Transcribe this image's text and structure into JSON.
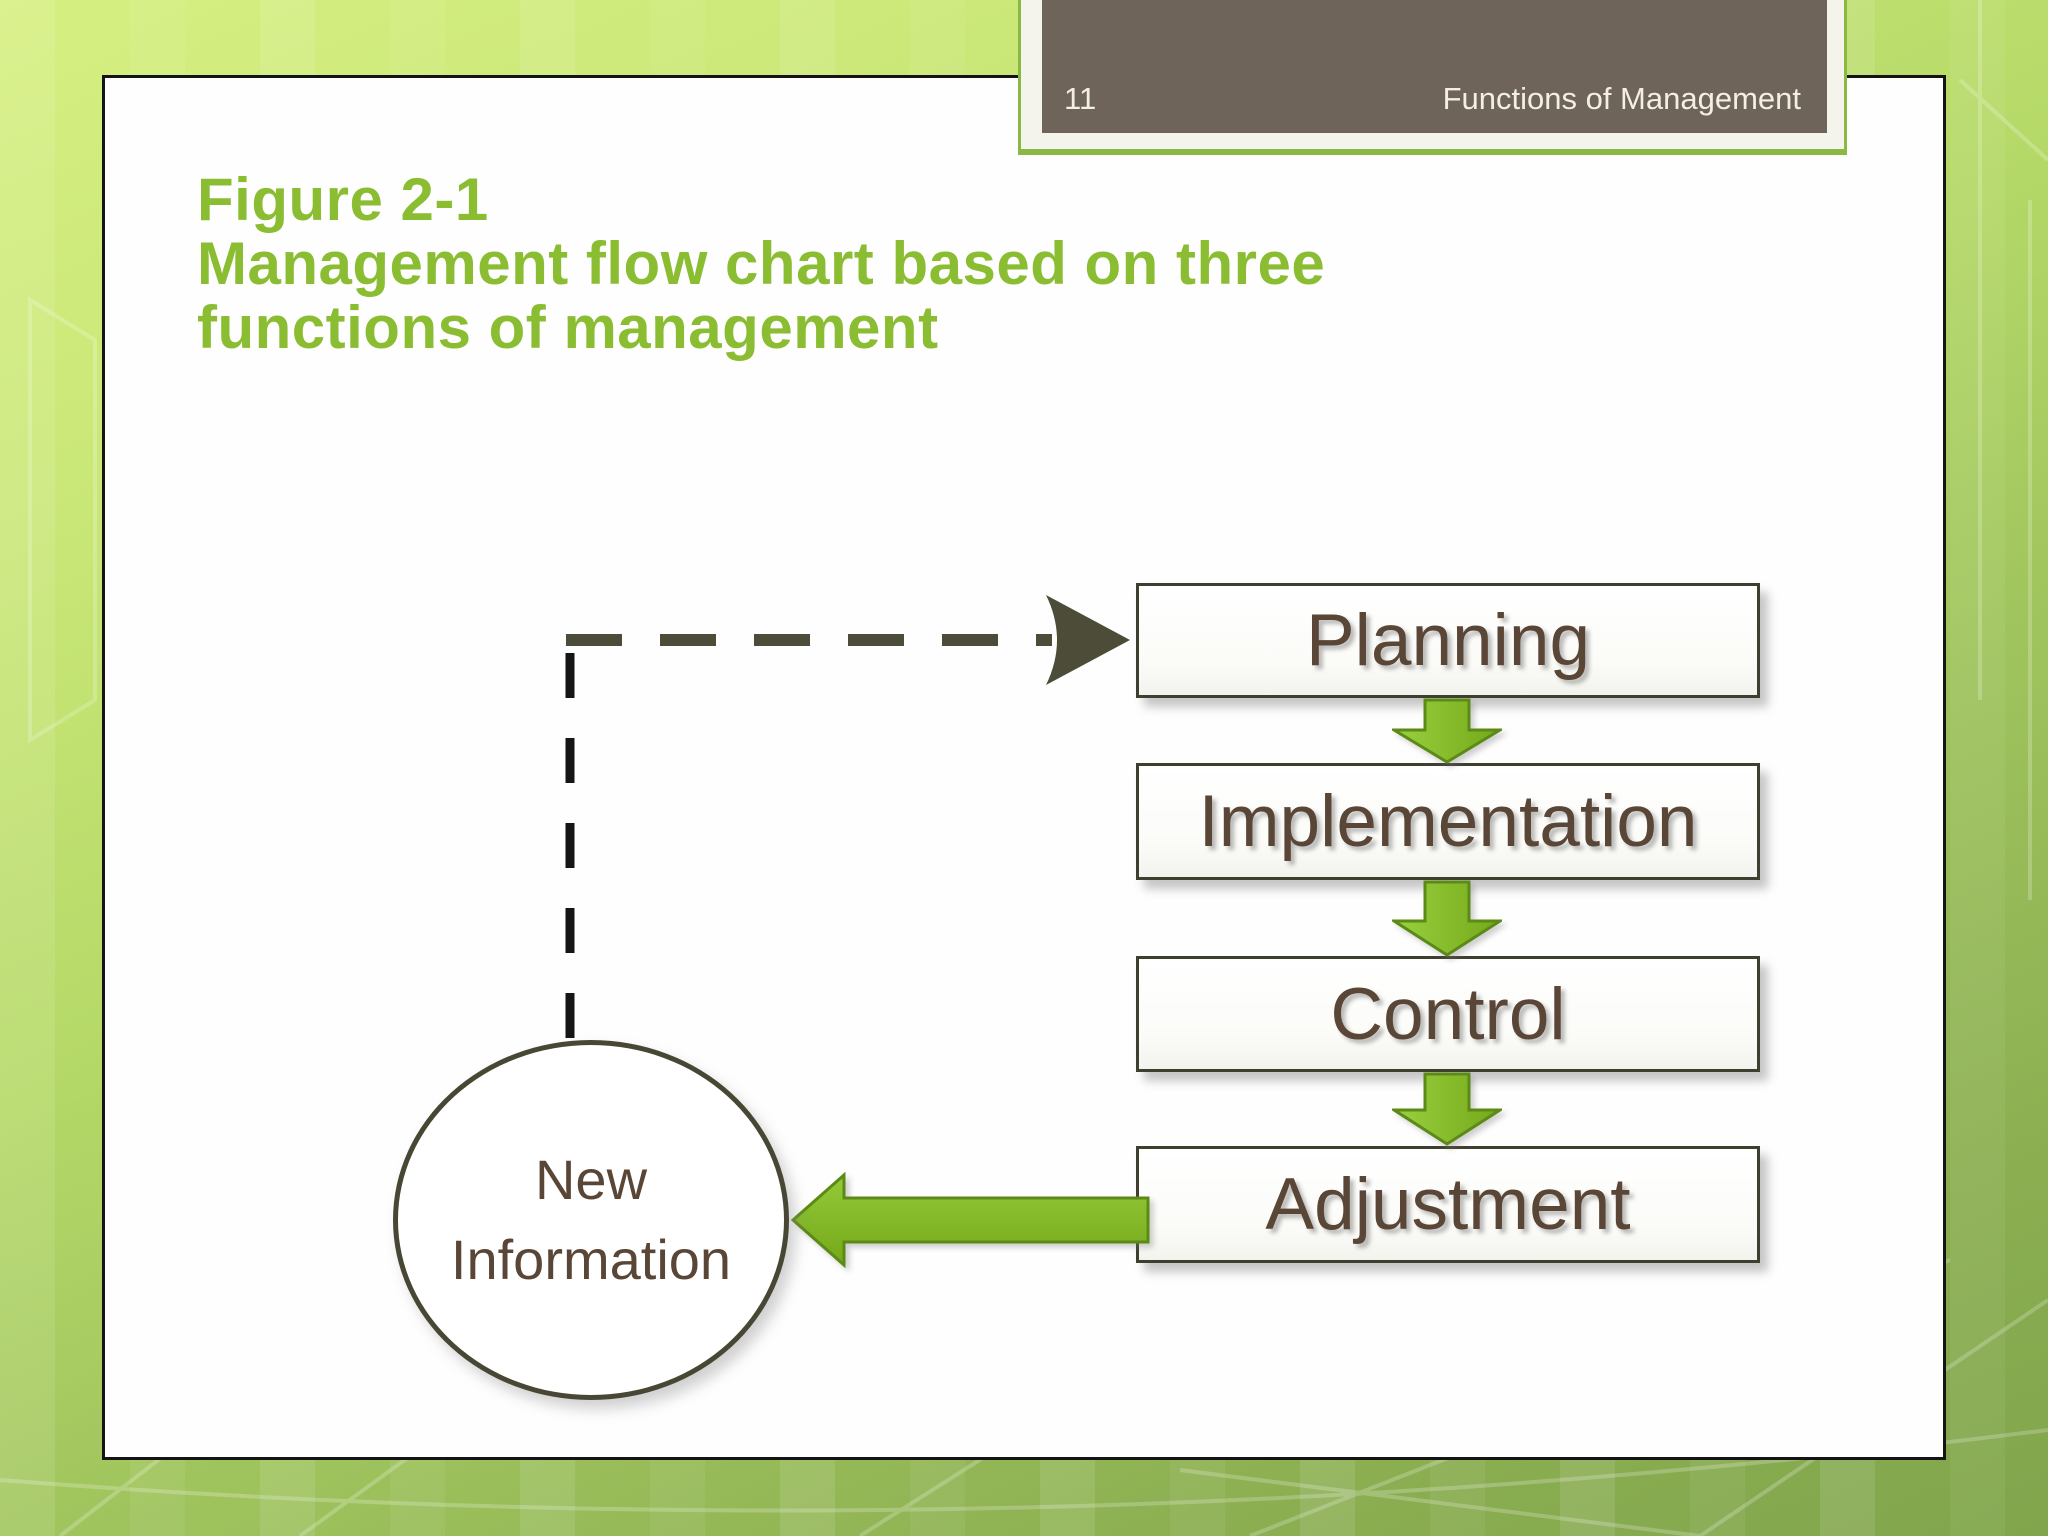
{
  "header": {
    "page_number": "11",
    "title": "Functions of Management"
  },
  "figure_title": {
    "line1": "Figure 2-1",
    "line2": "Management flow chart based on three",
    "line3": "functions of management"
  },
  "flow": {
    "boxes": [
      {
        "label": "Planning"
      },
      {
        "label": "Implementation"
      },
      {
        "label": "Control"
      },
      {
        "label": "Adjustment"
      }
    ],
    "circle": {
      "line1": "New",
      "line2": "Information"
    },
    "connections": [
      "Planning -> Implementation",
      "Implementation -> Control",
      "Control -> Adjustment",
      "Adjustment -> New Information",
      "New Information -> Planning (dashed feedback)"
    ]
  },
  "colors": {
    "title_green": "#8abd31",
    "accent_arrow_green": "#7fb327",
    "arrow_outline_green": "#5c8a16",
    "header_bar_brown": "#6e6459",
    "header_text": "#f4efe3",
    "box_text_brown": "#5a4636",
    "box_border_olive": "#3e3f2e",
    "frame_green": "#8ab943",
    "background_green_light": "#d6ef81",
    "background_green_dark": "#80a54c",
    "dashed_vertical": "#151515",
    "dashed_horizontal": "#4c4c39"
  }
}
